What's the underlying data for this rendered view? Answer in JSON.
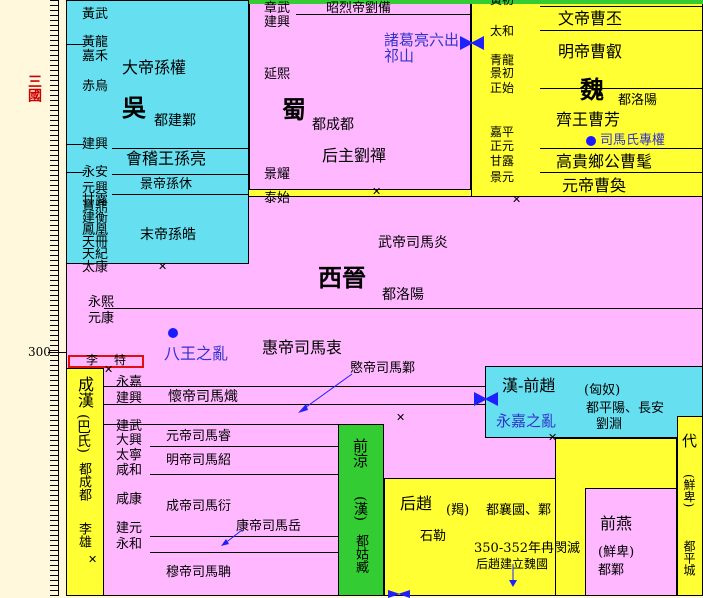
{
  "axis": {
    "era": "三國",
    "tick_300": "300"
  },
  "wu": {
    "name": "吳",
    "capital": "都建鄴",
    "emperor": "大帝孫權",
    "ruler_prince": "會稽王孫亮",
    "ruler_jing": "景帝孫休",
    "ruler_last": "末帝孫皓",
    "eras": [
      "黃武",
      "黃龍",
      "嘉禾",
      "赤烏",
      "建興",
      "永安",
      "元興",
      "甘露",
      "寶鼎",
      "建衡",
      "鳳凰",
      "天冊",
      "天紀",
      "太康"
    ]
  },
  "shu": {
    "name": "蜀",
    "capital": "都成都",
    "emperor1": "昭烈帝劉備",
    "emperor2": "后主劉禪",
    "event": "諸葛亮六出祁山",
    "eras": [
      "章武",
      "建興",
      "延熙",
      "景耀",
      "泰始"
    ]
  },
  "wei": {
    "name": "魏",
    "capital": "都洛陽",
    "emperor_wen": "文帝曹丕",
    "emperor_ming": "明帝曹叡",
    "prince_qi": "齊王曹芳",
    "event_sima": "司馬氏專權",
    "duke_gaogui": "高貴鄉公曹髦",
    "emperor_yuan": "元帝曹奐",
    "eras": [
      "黃初",
      "太和",
      "青龍",
      "景初",
      "正始",
      "嘉平",
      "正元",
      "甘露",
      "景元"
    ]
  },
  "jin": {
    "name": "西晉",
    "capital": "都洛陽",
    "emperor_wu": "武帝司馬炎",
    "emperor_hui": "惠帝司馬衷",
    "emperor_min": "愍帝司馬鄴",
    "emperor_huai": "懷帝司馬熾",
    "event_rebellion": "八王之亂",
    "eras": [
      "永熙",
      "元康",
      "永嘉",
      "建興"
    ]
  },
  "east_jin": {
    "emperor_yuan": "元帝司馬睿",
    "emperor_ming": "明帝司馬紹",
    "emperor_cheng": "成帝司馬衍",
    "emperor_kang": "康帝司馬岳",
    "emperor_mu": "穆帝司馬聃",
    "eras": [
      "建武",
      "大興",
      "太寧",
      "咸和",
      "咸康",
      "建元",
      "永和"
    ]
  },
  "cheng_han": {
    "name": "成漢",
    "ethnic": "(巴氏)",
    "capital": "都成都",
    "founder_li": "李",
    "founder_te": "特",
    "founder2": "李雄"
  },
  "han_zhao": {
    "name": "漢-前趙",
    "ethnic": "(匈奴)",
    "capital": "都平陽、長安",
    "founder": "劉淵",
    "event_yongjia": "永嘉之亂"
  },
  "qian_liang": {
    "name": "前涼",
    "ethnic": "(漢)",
    "capital": "都姑臧"
  },
  "later_zhao": {
    "name": "后趙",
    "ethnic": "(羯)",
    "capital": "都襄國、鄴",
    "founder": "石勒",
    "note1": "350-352年冉閔滅",
    "note2": "后趙建立魏國"
  },
  "former_yan": {
    "name": "前燕",
    "ethnic": "(鮮卑)",
    "capital": "都鄴"
  },
  "dai": {
    "name": "代",
    "ethnic": "(鮮卑)",
    "capital": "都平城"
  },
  "colors": {
    "wu": "#66e0f0",
    "shu": "#ffb8ff",
    "wei": "#ffff33",
    "jin": "#ffb8ff",
    "cheng_han": "#ffff33",
    "han_zhao": "#66e0f0",
    "qian_liang": "#33cc33",
    "later_zhao": "#ffff33",
    "former_yan": "#ffb8ff",
    "dai": "#ffff33",
    "event_text": "#3333cc"
  }
}
